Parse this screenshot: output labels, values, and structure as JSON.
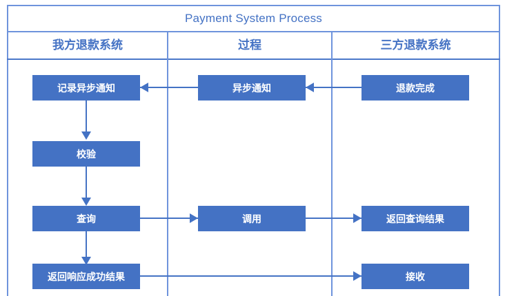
{
  "diagram": {
    "title": "Payment System Process",
    "accent_color": "#4472C4",
    "grid_color": "#6E93DC",
    "columns": [
      {
        "id": "our-refund-system",
        "label": "我方退款系统"
      },
      {
        "id": "process",
        "label": "过程"
      },
      {
        "id": "third-party-system",
        "label": "三方退款系统"
      }
    ],
    "nodes": [
      {
        "id": "record-async-notice",
        "label": "记录异步通知",
        "column": 0,
        "row": 0
      },
      {
        "id": "async-notice",
        "label": "异步通知",
        "column": 1,
        "row": 0
      },
      {
        "id": "refund-complete",
        "label": "退款完成",
        "column": 2,
        "row": 0
      },
      {
        "id": "verify",
        "label": "校验",
        "column": 0,
        "row": 1
      },
      {
        "id": "query",
        "label": "查询",
        "column": 0,
        "row": 2
      },
      {
        "id": "invoke",
        "label": "调用",
        "column": 1,
        "row": 2
      },
      {
        "id": "return-query-result",
        "label": "返回查询结果",
        "column": 2,
        "row": 2
      },
      {
        "id": "return-success-result",
        "label": "返回响应成功结果",
        "column": 0,
        "row": 3
      },
      {
        "id": "receive",
        "label": "接收",
        "column": 2,
        "row": 3
      }
    ],
    "edges": [
      {
        "id": "edge-refund-complete-to-async-notice",
        "from": "refund-complete",
        "to": "async-notice",
        "direction": "left"
      },
      {
        "id": "edge-async-notice-to-record",
        "from": "async-notice",
        "to": "record-async-notice",
        "direction": "left"
      },
      {
        "id": "edge-record-to-verify",
        "from": "record-async-notice",
        "to": "verify",
        "direction": "down"
      },
      {
        "id": "edge-verify-to-query",
        "from": "verify",
        "to": "query",
        "direction": "down"
      },
      {
        "id": "edge-query-to-invoke",
        "from": "query",
        "to": "invoke",
        "direction": "right"
      },
      {
        "id": "edge-invoke-to-return-query-result",
        "from": "invoke",
        "to": "return-query-result",
        "direction": "right"
      },
      {
        "id": "edge-query-to-return-success",
        "from": "query",
        "to": "return-success-result",
        "direction": "down"
      },
      {
        "id": "edge-return-success-to-receive",
        "from": "return-success-result",
        "to": "receive",
        "direction": "right"
      }
    ]
  }
}
